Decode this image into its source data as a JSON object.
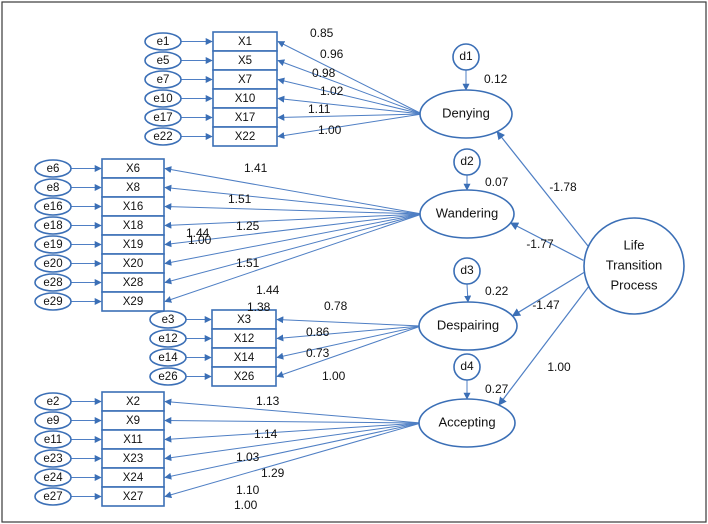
{
  "colors": {
    "stroke": "#3b6fb6",
    "text": "#111111",
    "frame": "#3a3a3a"
  },
  "factors": [
    {
      "name": "Denying",
      "disturbance": "d1",
      "r2": "0.12",
      "path_from_life": "-1.78",
      "items": [
        {
          "error": "e1",
          "item": "X1",
          "loading": "0.85"
        },
        {
          "error": "e5",
          "item": "X5",
          "loading": "0.96"
        },
        {
          "error": "e7",
          "item": "X7",
          "loading": "0.98"
        },
        {
          "error": "e10",
          "item": "X10",
          "loading": "1.02"
        },
        {
          "error": "e17",
          "item": "X17",
          "loading": "1.11"
        },
        {
          "error": "e22",
          "item": "X22",
          "loading": "1.00"
        }
      ]
    },
    {
      "name": "Wandering",
      "disturbance": "d2",
      "r2": "0.07",
      "path_from_life": "-1.77",
      "items": [
        {
          "error": "e6",
          "item": "X6",
          "loading": "1.41"
        },
        {
          "error": "e8",
          "item": "X8",
          "loading": "1.51"
        },
        {
          "error": "e16",
          "item": "X16",
          "loading": "1.25"
        },
        {
          "error": "e18",
          "item": "X18",
          "loading": "1.44"
        },
        {
          "error": "e19",
          "item": "X19",
          "loading": "1.00"
        },
        {
          "error": "e20",
          "item": "X20",
          "loading": "1.51"
        },
        {
          "error": "e28",
          "item": "X28",
          "loading": "1.44"
        },
        {
          "error": "e29",
          "item": "X29",
          "loading": "1.38"
        }
      ]
    },
    {
      "name": "Despairing",
      "disturbance": "d3",
      "r2": "0.22",
      "path_from_life": "-1.47",
      "items": [
        {
          "error": "e3",
          "item": "X3",
          "loading": "0.78"
        },
        {
          "error": "e12",
          "item": "X12",
          "loading": "0.86"
        },
        {
          "error": "e14",
          "item": "X14",
          "loading": "0.73"
        },
        {
          "error": "e26",
          "item": "X26",
          "loading": "1.00"
        }
      ]
    },
    {
      "name": "Accepting",
      "disturbance": "d4",
      "r2": "0.27",
      "path_from_life": "1.00",
      "items": [
        {
          "error": "e2",
          "item": "X2",
          "loading": "1.13"
        },
        {
          "error": "e9",
          "item": "X9",
          "loading": "1.14"
        },
        {
          "error": "e11",
          "item": "X11",
          "loading": "1.03"
        },
        {
          "error": "e23",
          "item": "X23",
          "loading": "1.29"
        },
        {
          "error": "e24",
          "item": "X24",
          "loading": "1.10"
        },
        {
          "error": "e27",
          "item": "X27",
          "loading": "1.00"
        }
      ]
    }
  ],
  "life": {
    "line1": "Life",
    "line2": "Transition",
    "line3": "Process"
  }
}
